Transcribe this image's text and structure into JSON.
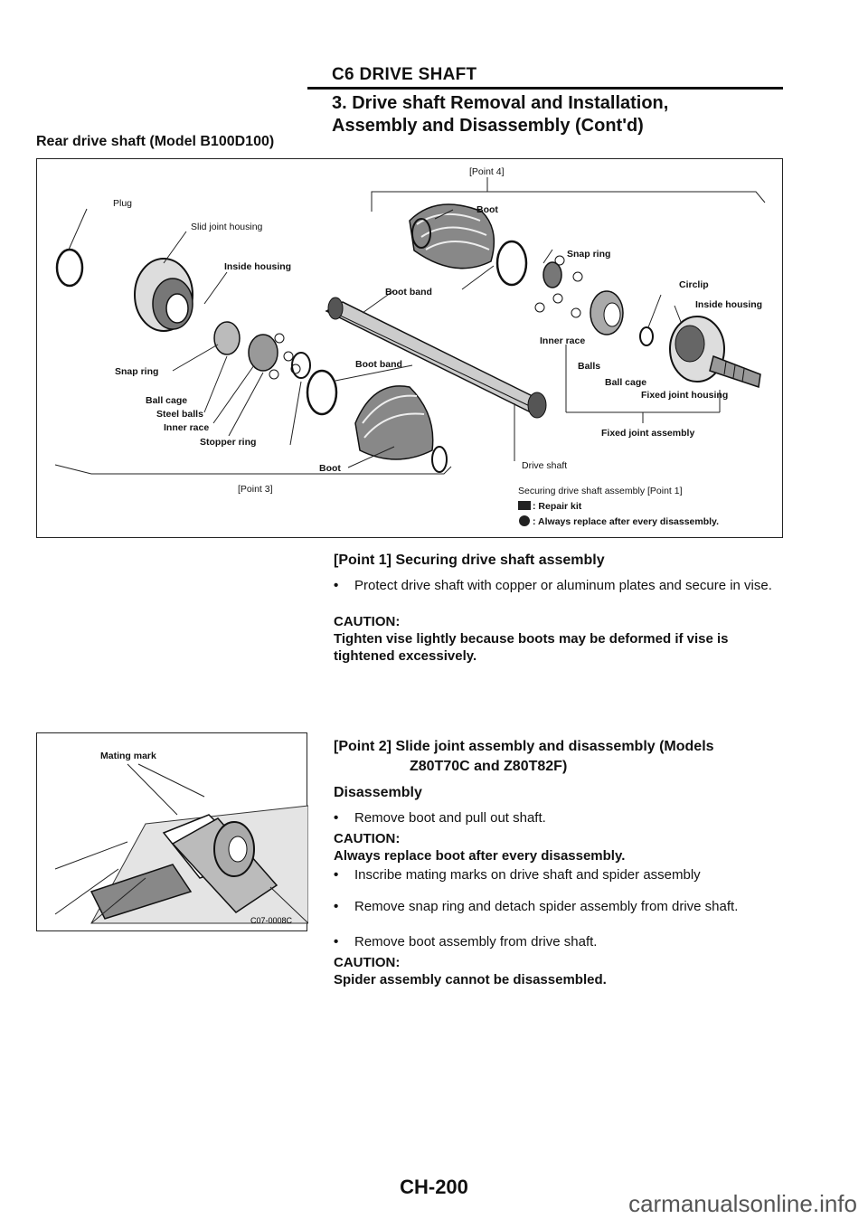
{
  "header": {
    "section": "C6 DRIVE SHAFT",
    "heading_line1": "3. Drive shaft Removal and Installation,",
    "heading_line2": "Assembly and Disassembly (Cont'd)",
    "model_title": "Rear drive shaft (Model B100D100)"
  },
  "figure1": {
    "labels": {
      "point4": "[Point 4]",
      "point3": "[Point 3]",
      "plug": "Plug",
      "slid_joint_housing": "Slid joint housing",
      "inside_housing_left": "Inside housing",
      "snap_ring_left": "Snap ring",
      "ball_cage": "Ball cage",
      "steel_balls": "Steel balls",
      "inner_race_left": "Inner race",
      "stopper_ring": "Stopper ring",
      "boot_bottom": "Boot",
      "boot_top": "Boot",
      "boot_band_top": "Boot band",
      "boot_band_mid": "Boot band",
      "snap_ring_right": "Snap ring",
      "circlip": "Circlip",
      "inside_housing_right": "Inside housing",
      "inner_race_right": "Inner race",
      "balls": "Balls",
      "ball_cage_right": "Ball cage",
      "fixed_joint_housing": "Fixed joint housing",
      "fixed_joint_assembly": "Fixed joint assembly",
      "drive_shaft": "Drive shaft"
    },
    "legend": {
      "caption": "Securing drive shaft assembly [Point 1]",
      "repair_kit": ": Repair kit",
      "always_replace": ": Always replace after every disassembly."
    }
  },
  "point1": {
    "title": "[Point 1] Securing drive shaft assembly",
    "bullet1": "Protect drive shaft with copper or aluminum plates and secure in vise.",
    "caution_label": "CAUTION:",
    "caution_text": "Tighten vise lightly because boots may be deformed if vise is tightened excessively."
  },
  "figure2": {
    "mating_mark": "Mating mark",
    "code": "C07-0008C"
  },
  "point2": {
    "title_line1": "[Point 2] Slide joint assembly and disassembly (Models",
    "title_line2": "Z80T70C and Z80T82F)",
    "subheading": "Disassembly",
    "bullet1": "Remove boot and pull out shaft.",
    "caution1_label": "CAUTION:",
    "caution1_text": "Always replace boot after every disassembly.",
    "bullet2": "Inscribe mating marks on drive shaft and spider assembly",
    "bullet3": "Remove snap ring and detach spider assembly from drive shaft.",
    "bullet4": "Remove boot assembly from drive shaft.",
    "caution2_label": "CAUTION:",
    "caution2_text": "Spider assembly cannot be disassembled."
  },
  "footer": {
    "page_number": "CH-200",
    "watermark": "carmanualsonline.info"
  }
}
